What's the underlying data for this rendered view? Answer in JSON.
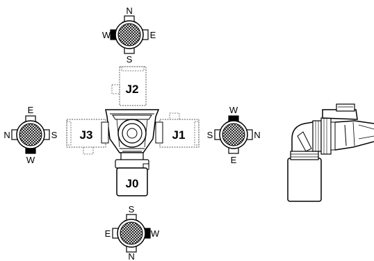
{
  "joints": {
    "j0": "J0",
    "j1": "J1",
    "j2": "J2",
    "j3": "J3"
  },
  "compasses": {
    "top": {
      "up": "N",
      "down": "S",
      "left": "W",
      "right": "E"
    },
    "left": {
      "up": "E",
      "down": "W",
      "left": "N",
      "right": "S"
    },
    "right": {
      "up": "W",
      "down": "E",
      "left": "S",
      "right": "N"
    },
    "bottom": {
      "up": "S",
      "down": "N",
      "left": "E",
      "right": "W"
    }
  },
  "colors": {
    "line": "#000000",
    "dotted": "#555555",
    "marker": "#000000",
    "background": "#ffffff"
  }
}
